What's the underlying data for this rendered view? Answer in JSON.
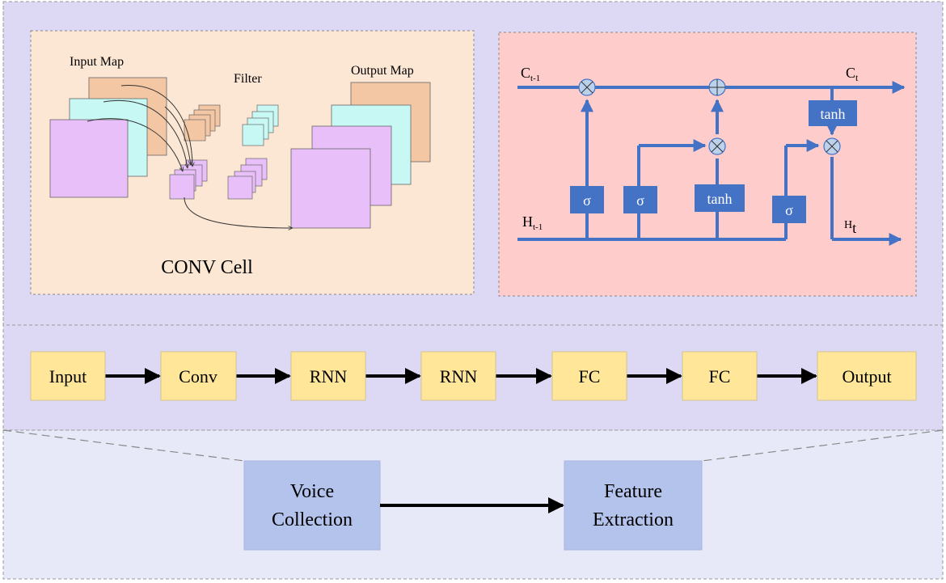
{
  "conv_cell": {
    "title": "CONV Cell",
    "input_map_label": "Input Map",
    "filter_label": "Filter",
    "output_map_label": "Output Map"
  },
  "lstm_cell": {
    "c_prev": "C",
    "c_prev_sub": "t-1",
    "c_out": "C",
    "c_out_sub": "t",
    "h_prev": "H",
    "h_prev_sub": "t-1",
    "h_out": "H",
    "h_out_sub": "t",
    "gates": [
      "σ",
      "σ",
      "tanh",
      "σ"
    ],
    "output_tanh": "tanh",
    "times_icon": "⊗",
    "plus_icon": "⊕"
  },
  "pipeline": {
    "stages": [
      "Input",
      "Conv",
      "RNN",
      "RNN",
      "FC",
      "FC",
      "Output"
    ]
  },
  "preprocess": {
    "voice_line1": "Voice",
    "voice_line2": "Collection",
    "feature_line1": "Feature",
    "feature_line2": "Extraction"
  },
  "colors": {
    "panel_bg": "#ddd9f5",
    "bottom_bg": "#e7e8f8",
    "conv_bg": "#fce6d4",
    "lstm_bg": "#ffcccc",
    "lstm_blue": "#4472c4",
    "stage_fill": "#ffe699",
    "pre_fill": "#b4c3ec",
    "map_orange": "#f4c7a4",
    "map_cyan": "#c8f8f4",
    "map_purple": "#e8bff8"
  }
}
